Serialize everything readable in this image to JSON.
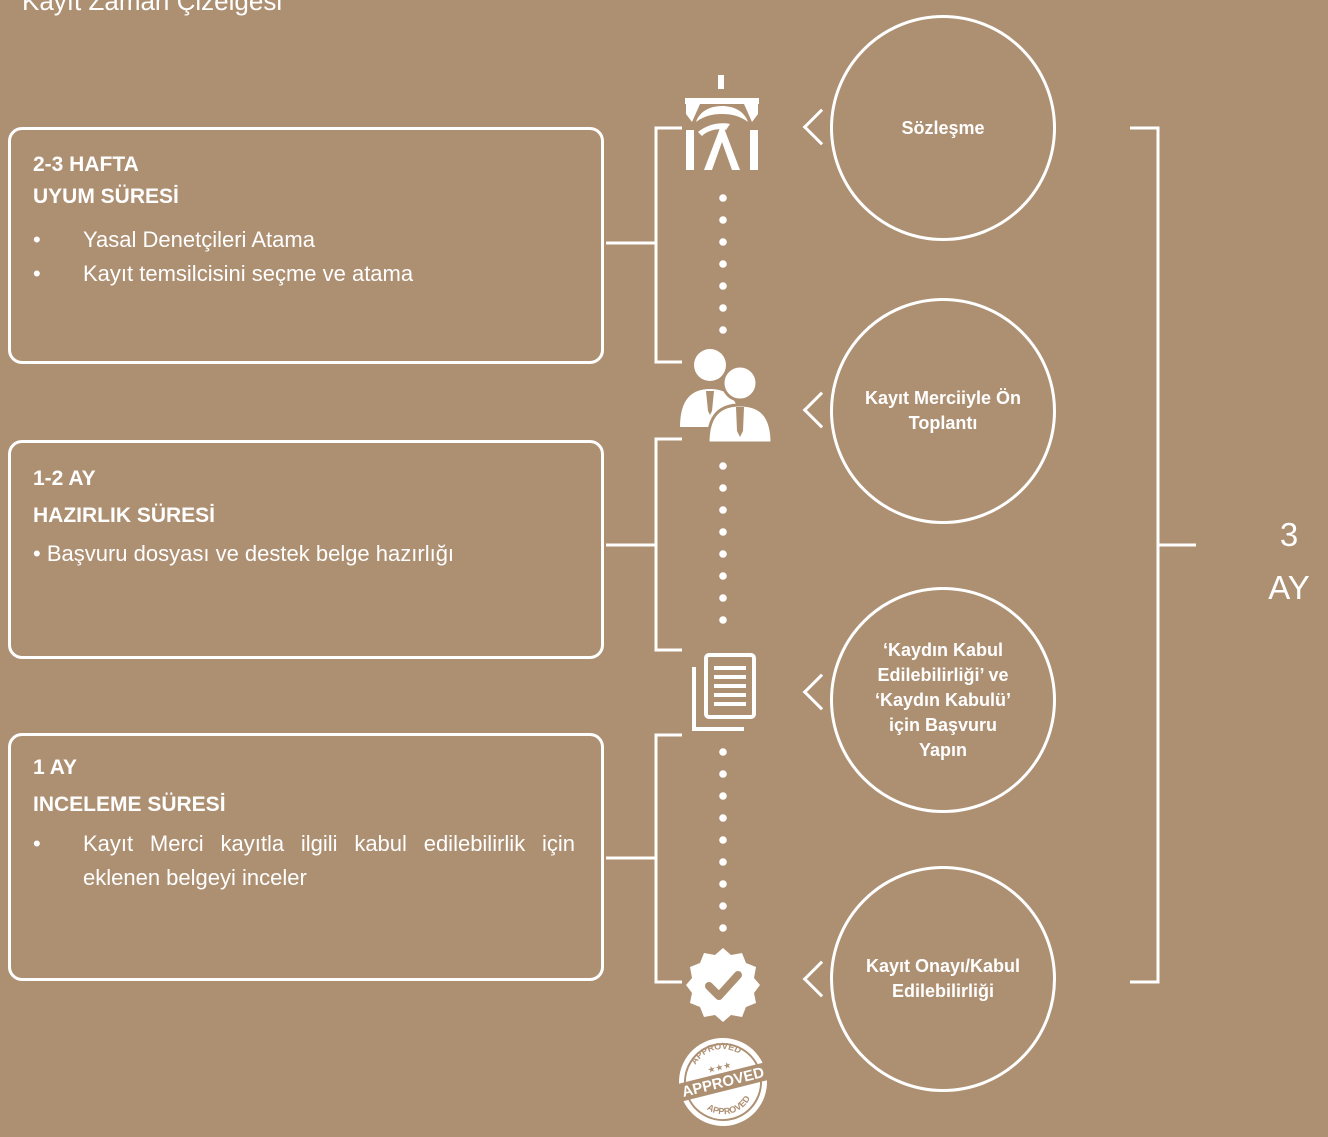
{
  "title": "Kayıt Zaman Çizelgesi",
  "phases": [
    {
      "duration": "2-3 HAFTA",
      "name": "UYUM SÜRESİ",
      "items": [
        "Yasal Denetçileri Atama",
        "Kayıt temsilcisini seçme ve atama"
      ]
    },
    {
      "duration": "1-2 AY",
      "name": "HAZIRLIK SÜRESİ",
      "items": [
        "• Başvuru dosyası ve destek belge hazırlığı"
      ]
    },
    {
      "duration": "1 AY",
      "name": "INCELEME SÜRESİ",
      "items": [
        "Kayıt Merci kayıtla ilgili kabul edilebilirlik için eklenen belgeyi inceler"
      ]
    }
  ],
  "bullet": "•",
  "milestones": [
    {
      "label": "Sözleşme",
      "icon": "contract-icon"
    },
    {
      "label": "Kayıt Merciiyle Ön Toplantı",
      "icon": "meeting-people-icon"
    },
    {
      "label": "‘Kaydın Kabul Edilebilirliği’ ve ‘Kaydın Kabulü’ için Başvuru Yapın",
      "icon": "document-icon"
    },
    {
      "label": "Kayıt Onayı/Kabul Edilebilirliği",
      "icon": "check-badge-icon"
    }
  ],
  "total": {
    "number": "3",
    "unit": "AY"
  },
  "stamp": {
    "text_top": "APPROVED",
    "text_main": "APPROVED",
    "text_bottom": "APPROVED",
    "icon": "approved-stamp-icon"
  },
  "colors": {
    "background": "#ad8f72",
    "foreground": "#ffffff"
  }
}
